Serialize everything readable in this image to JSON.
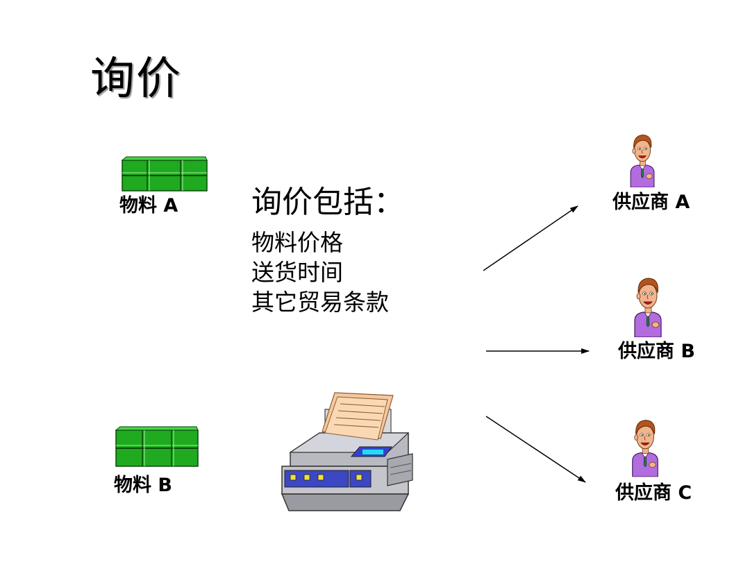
{
  "slide": {
    "title": "询价"
  },
  "materials": [
    {
      "label": "物料 A",
      "icon": "green-box-icon"
    },
    {
      "label": "物料 B",
      "icon": "green-box-icon"
    }
  ],
  "inquiry_info": {
    "heading": "询价包括：",
    "items": [
      "物料价格",
      "送货时间",
      "其它贸易条款"
    ]
  },
  "device": {
    "icon": "fax-machine-icon"
  },
  "suppliers": [
    {
      "label": "供应商 A",
      "icon": "supplier-person-icon"
    },
    {
      "label": "供应商 B",
      "icon": "supplier-person-icon"
    },
    {
      "label": "供应商 C",
      "icon": "supplier-person-icon"
    }
  ],
  "colors": {
    "box_green": "#1faa1f",
    "person_shirt": "#b36be0",
    "person_hair": "#b5541e",
    "fax_body": "#b9b9c2",
    "fax_panel": "#3344cc"
  }
}
